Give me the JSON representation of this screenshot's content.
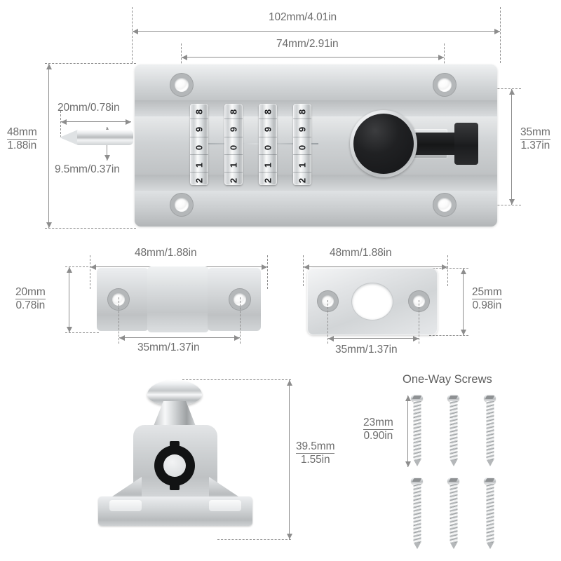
{
  "page": {
    "title": "Combination Door Lock Dimension Diagram",
    "background_color": "#ffffff",
    "text_color": "#6d6d6d",
    "line_color": "#8d8d8d"
  },
  "sections": {
    "main_lock": {
      "name": "combination-slide-bolt-lock",
      "dimensions": {
        "overall_length": "102mm/4.01in",
        "hole_spacing_horizontal": "74mm/2.91in",
        "bolt_projection": "20mm/0.78in",
        "bolt_diameter": "9.5mm/0.37in",
        "overall_height_mm": "48mm",
        "overall_height_in": "1.88in",
        "body_height_mm": "35mm",
        "body_height_in": "1.37in"
      },
      "dials": [
        {
          "digits": [
            "8",
            "9",
            "0",
            "1",
            "2"
          ]
        },
        {
          "digits": [
            "8",
            "9",
            "0",
            "1",
            "2"
          ]
        },
        {
          "digits": [
            "8",
            "9",
            "0",
            "1",
            "2"
          ]
        },
        {
          "digits": [
            "8",
            "9",
            "0",
            "1",
            "2"
          ]
        }
      ],
      "dial_count": 4,
      "screw_hole_count": 4
    },
    "keeper_bracket": {
      "name": "keeper-bracket",
      "dimensions": {
        "width": "48mm/1.88in",
        "hole_spacing": "35mm/1.37in",
        "height_mm": "20mm",
        "height_in": "0.78in"
      },
      "hole_count": 2
    },
    "strike_plate": {
      "name": "strike-plate",
      "dimensions": {
        "width": "48mm/1.88in",
        "hole_spacing": "35mm/1.37in",
        "height_mm": "25mm",
        "height_in": "0.98in"
      },
      "hole_count": 2,
      "has_center_oval_cutout": true
    },
    "pivot_mount": {
      "name": "pivot-mount-assembly",
      "dimensions": {
        "height_mm": "39.5mm",
        "height_in": "1.55in"
      }
    },
    "screws": {
      "name": "one-way-screws",
      "heading": "One-Way Screws",
      "dimensions": {
        "length_mm": "23mm",
        "length_in": "0.90in"
      },
      "count": 6,
      "rows": 2,
      "per_row": 3
    }
  }
}
